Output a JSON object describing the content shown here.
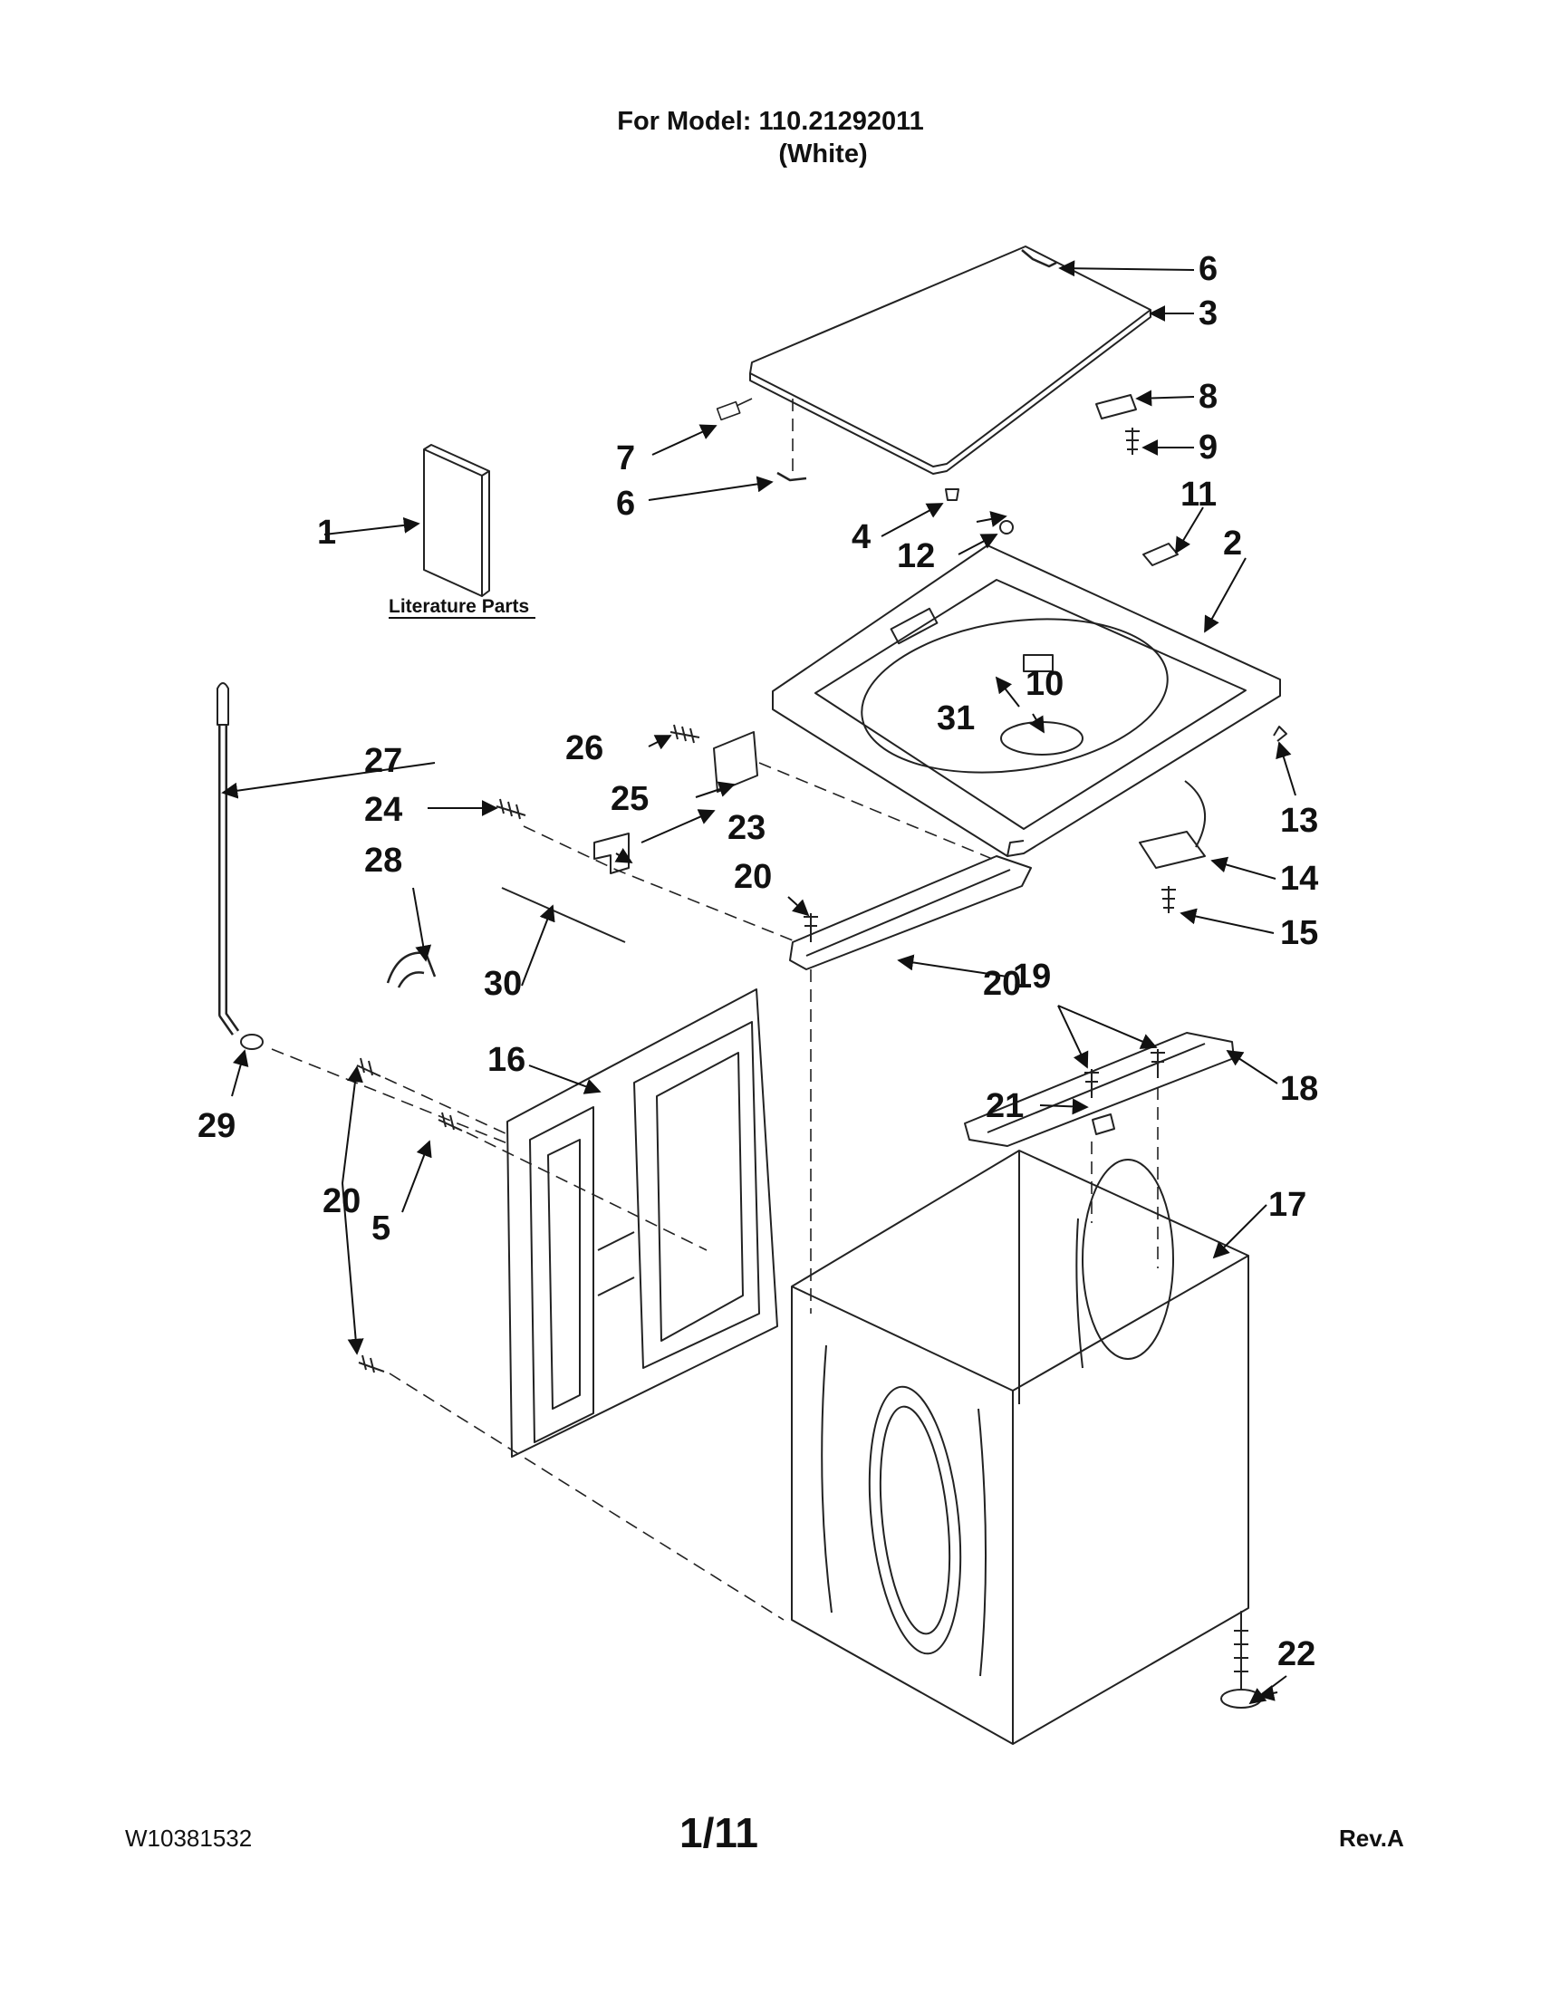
{
  "header": {
    "model_line": "For Model: 110.21292011",
    "color_line": "(White)"
  },
  "literature_label": "Literature Parts",
  "callouts": {
    "c1": "1",
    "c2": "2",
    "c3": "3",
    "c4": "4",
    "c5": "5",
    "c6a": "6",
    "c6b": "6",
    "c7": "7",
    "c8": "8",
    "c9": "9",
    "c10": "10",
    "c11": "11",
    "c12": "12",
    "c13": "13",
    "c14": "14",
    "c15": "15",
    "c16": "16",
    "c17": "17",
    "c18": "18",
    "c19": "19",
    "c20a": "20",
    "c20b": "20",
    "c20c": "20",
    "c21": "21",
    "c22": "22",
    "c23": "23",
    "c24": "24",
    "c25": "25",
    "c26": "26",
    "c27": "27",
    "c28": "28",
    "c29": "29",
    "c30": "30",
    "c31": "31"
  },
  "footer": {
    "doc_number": "W10381532",
    "page": "1/11",
    "revision": "Rev.A"
  }
}
